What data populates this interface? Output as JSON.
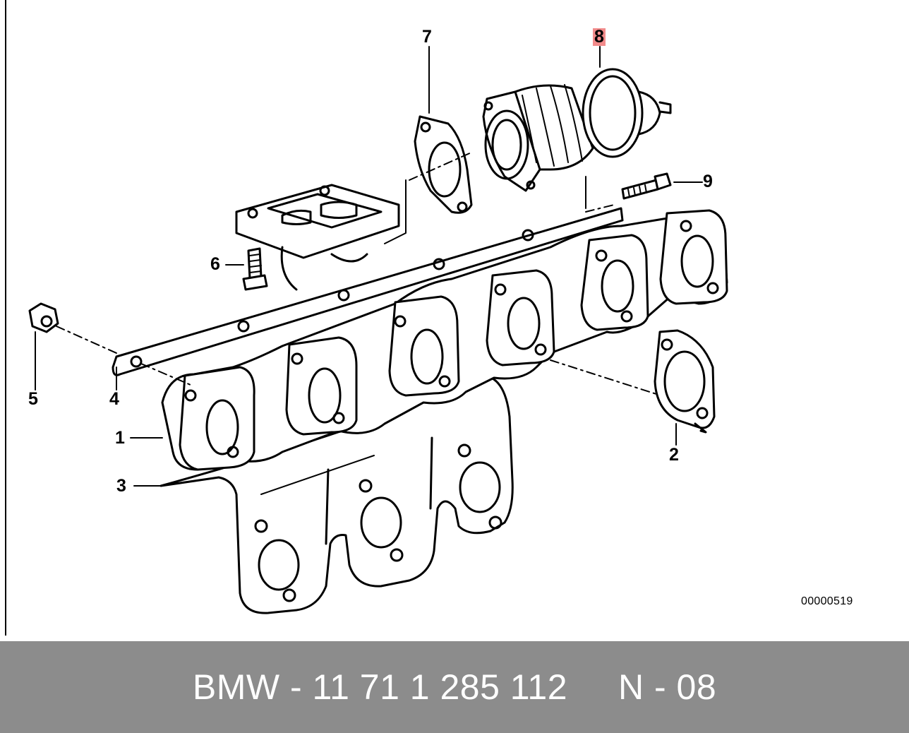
{
  "diagram": {
    "callouts": [
      {
        "id": "1",
        "label": "1"
      },
      {
        "id": "2",
        "label": "2"
      },
      {
        "id": "3",
        "label": "3"
      },
      {
        "id": "4",
        "label": "4"
      },
      {
        "id": "5",
        "label": "5"
      },
      {
        "id": "6",
        "label": "6"
      },
      {
        "id": "7",
        "label": "7"
      },
      {
        "id": "8",
        "label": "8",
        "highlighted": true
      },
      {
        "id": "9",
        "label": "9"
      }
    ],
    "reference_code": "00000519",
    "highlight_color": "#f28b8b"
  },
  "footer": {
    "text": "BMW - 11 71 1 285 112     N - 08",
    "background": "#8c8c8c",
    "text_color": "#ffffff"
  }
}
